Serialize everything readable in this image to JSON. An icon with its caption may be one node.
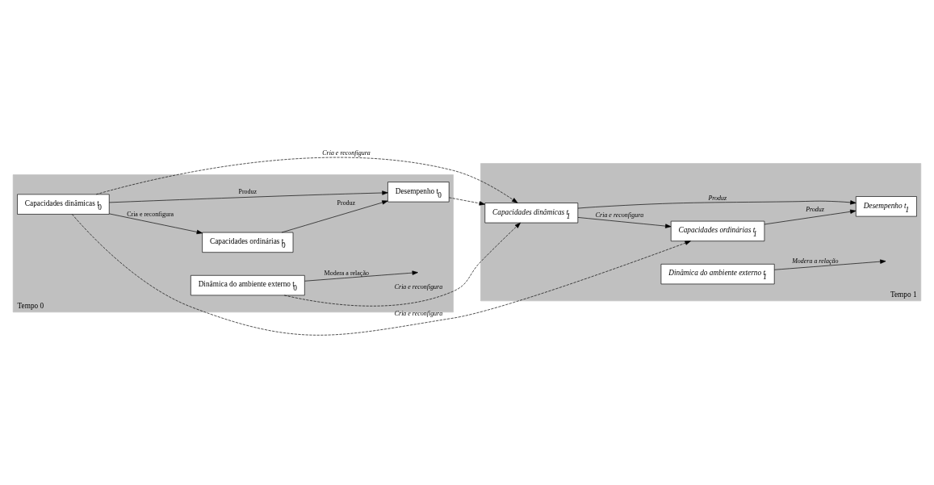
{
  "diagram": {
    "nodes": [
      {
        "text": [
          "Tempo 0"
        ]
      },
      {
        "text": [
          "Capacidades ordinárias t$_{0}$"
        ],
        "in": 0
      },
      {
        "text": [
          "Desempenho t$_{0}$"
        ],
        "in": 0
      },
      {
        "text": [
          "Capacidades dinâmicas t$_{0}$"
        ],
        "in": 0
      },
      {
        "text": [
          "Dinâmica do ambiente externo t$_{0}$"
        ],
        "in": 0
      },
      {
        "text": [
          "Tempo 1"
        ]
      },
      {
        "text": [
          "Capacidades ordinárias t$_{1}$"
        ],
        "in": 5
      },
      {
        "text": [
          "Desempenho t$_{1}$"
        ],
        "in": 5
      },
      {
        "text": [
          "Capacidades dinâmicas t$_{1}$"
        ],
        "in": 5
      },
      {
        "text": [
          "Dinâmica do ambiente externo t$_{1}$"
        ],
        "in": 5
      }
    ],
    "edges": [
      {
        "from": 1,
        "to": 2,
        "arrow": "to",
        "label": "Produz"
      },
      {
        "from": 3,
        "to": 2,
        "arrow": "to",
        "label": "Produz"
      },
      {
        "from": 3,
        "to": 1,
        "arrow": "to",
        "label": "Cria e reconfigura"
      },
      {
        "from": 4,
        "to": null,
        "arrow": "to",
        "label": "Modera a relação"
      },
      {
        "from": 3,
        "to": 6,
        "arrow": "to",
        "label": "Cria e reconfigura",
        "style": "dashed"
      },
      {
        "from": 2,
        "to": 8,
        "arrow": "to",
        "style": "dashed"
      },
      {
        "from": 4,
        "to": 8,
        "arrow": "to",
        "label": "Cria e reconfigura",
        "style": "dashed"
      },
      {
        "from": 3,
        "to": 8,
        "arrow": "to",
        "label": "Cria e reconfigura",
        "style": "dashed"
      },
      {
        "from": 6,
        "to": 7,
        "arrow": "to",
        "label": "Produz"
      },
      {
        "from": 8,
        "to": 7,
        "arrow": "to",
        "label": "Produz"
      },
      {
        "from": 8,
        "to": 6,
        "arrow": "to",
        "label": "Cria e reconfigura"
      },
      {
        "from": 9,
        "to": null,
        "arrow": "to",
        "label": "Modera a relação"
      }
    ]
  }
}
